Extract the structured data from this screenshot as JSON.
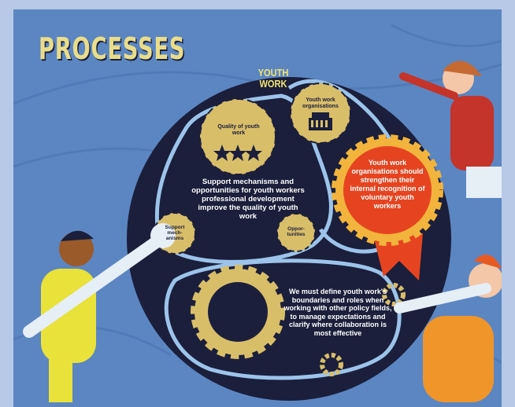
{
  "title": "PROCESSES",
  "labels": {
    "youth_work": "YOUTH WORK",
    "organisations": "Youth work organisations",
    "quality": "Quality of youth work",
    "support_mechanisms": "Support mech- anisms",
    "opportunities": "Oppor- tunities"
  },
  "statements": {
    "support": "Support mechanisms and opportunities for youth workers professional development improve the quality of youth work",
    "rosette": "Youth work organisations should strengthen their internal recognition of voluntary youth workers",
    "define": "We must define youth work's boundaries and roles when working with other policy fields, to manage expectations and clarify where collaboration is most effective"
  },
  "icons": {
    "stars": "three-stars-icon",
    "building": "building-icon"
  },
  "colors": {
    "background": "#5b86c2",
    "gear": "#d9be6a",
    "rosette": "#f2b43c",
    "rosette_center": "#e64420",
    "circle": "#1b1f3b",
    "title": "#e9dd8a"
  }
}
